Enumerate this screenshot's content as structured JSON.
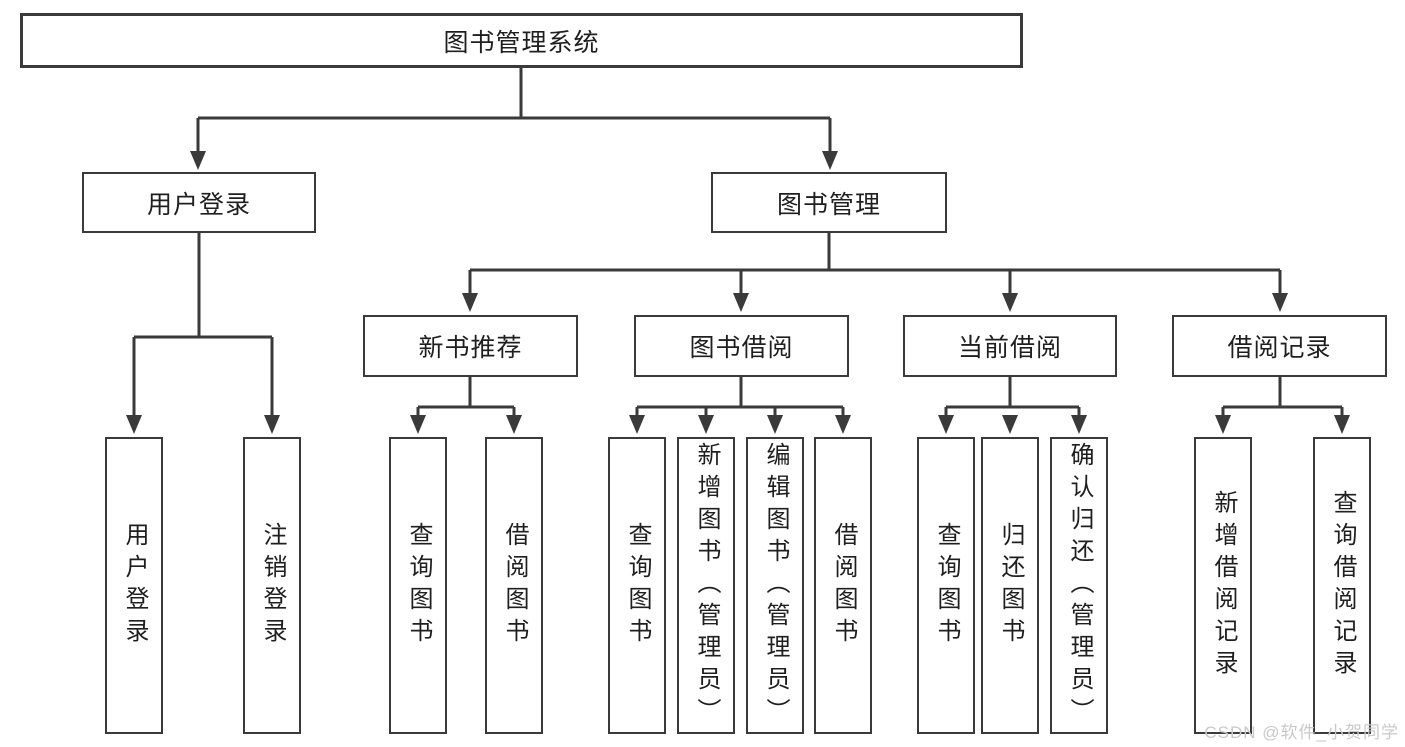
{
  "tree": {
    "root": {
      "label": "图书管理系统"
    },
    "branches": [
      {
        "label": "用户登录",
        "children": [
          {
            "label": "用户登录"
          },
          {
            "label": "注销登录"
          }
        ]
      },
      {
        "label": "图书管理",
        "children": [
          {
            "label": "新书推荐",
            "children": [
              {
                "label": "查询图书"
              },
              {
                "label": "借阅图书"
              }
            ]
          },
          {
            "label": "图书借阅",
            "children": [
              {
                "label": "查询图书"
              },
              {
                "label": "新增图书（管理员）"
              },
              {
                "label": "编辑图书（管理员）"
              },
              {
                "label": "借阅图书"
              }
            ]
          },
          {
            "label": "当前借阅",
            "children": [
              {
                "label": "查询图书"
              },
              {
                "label": "归还图书"
              },
              {
                "label": "确认归还（管理员）"
              }
            ]
          },
          {
            "label": "借阅记录",
            "children": [
              {
                "label": "新增借阅记录"
              },
              {
                "label": "查询借阅记录"
              }
            ]
          }
        ]
      }
    ]
  },
  "watermark": "CSDN @软件_小贺同学",
  "colors": {
    "line": "#3a3a3a",
    "text": "#1f1f1f",
    "watermark": "#c9c9c9",
    "background": "#ffffff"
  }
}
